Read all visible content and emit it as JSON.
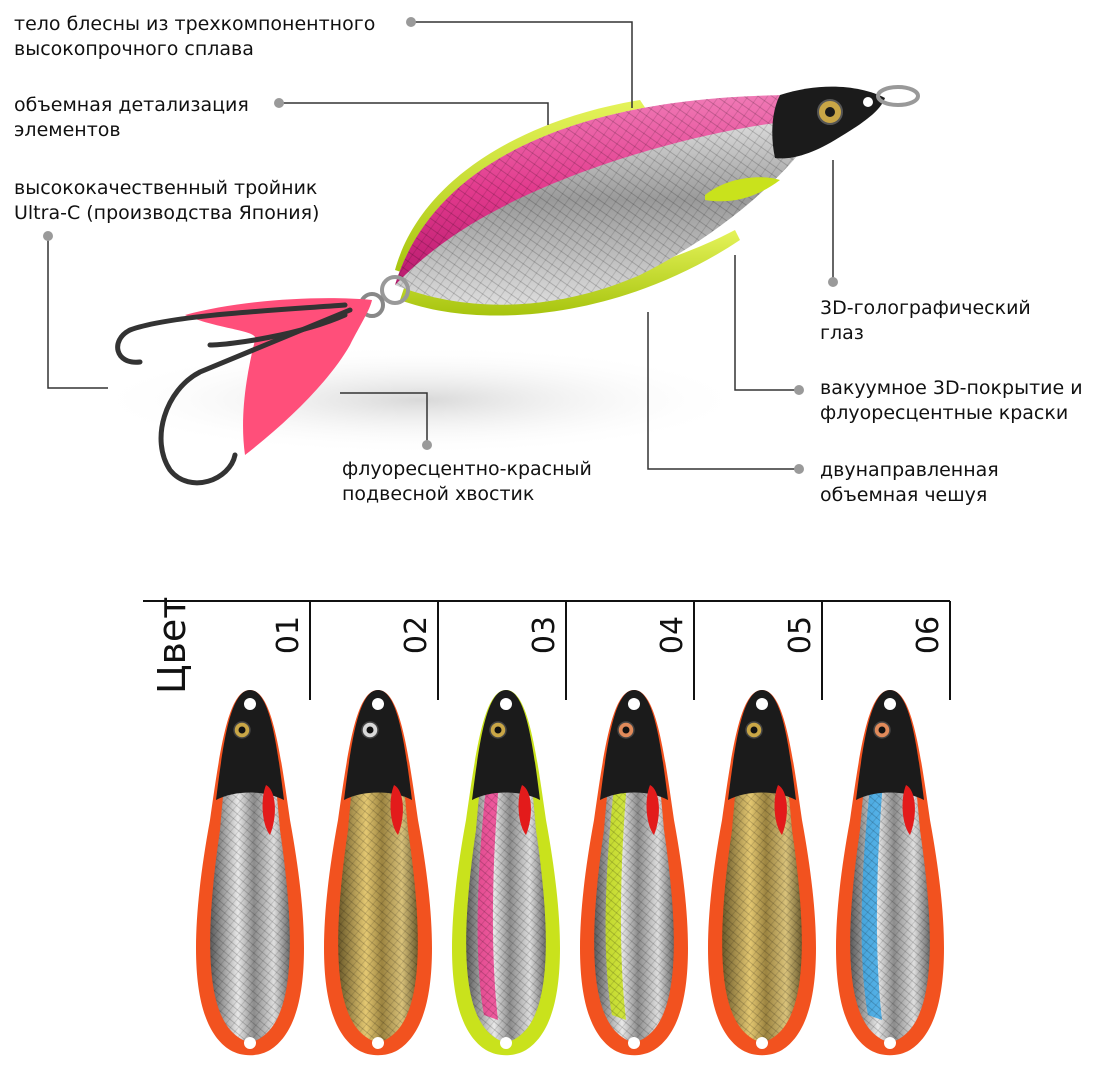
{
  "callouts": {
    "body_alloy": "тело блесны из трехкомпонентного\nвысокопрочного сплава",
    "detail": "объемная детализация\nэлементов",
    "treble_hook": "высококачественный тройник\nUltra-C (производства Япония)",
    "eye": "3D-голографический\nглаз",
    "coating": "вакуумное 3D-покрытие и\nфлуоресцентные краски",
    "tail": "флуоресцентно-красный\nподвесной хвостик",
    "scales": "двунаправленная\nобъемная чешуя"
  },
  "color_table": {
    "header": "Цвет",
    "codes": [
      "01",
      "02",
      "03",
      "04",
      "05",
      "06"
    ]
  },
  "colors": {
    "pink": "#ee3f8f",
    "chartreuse": "#c9e21c",
    "orange_red": "#f2521f",
    "tail_pink": "#ff4f7a",
    "dark_head": "#1b1b1b",
    "chrome": "#c9c9c9",
    "gold": "#c9a646",
    "blue": "#3aa7e6",
    "red_spot": "#e31b1b"
  }
}
